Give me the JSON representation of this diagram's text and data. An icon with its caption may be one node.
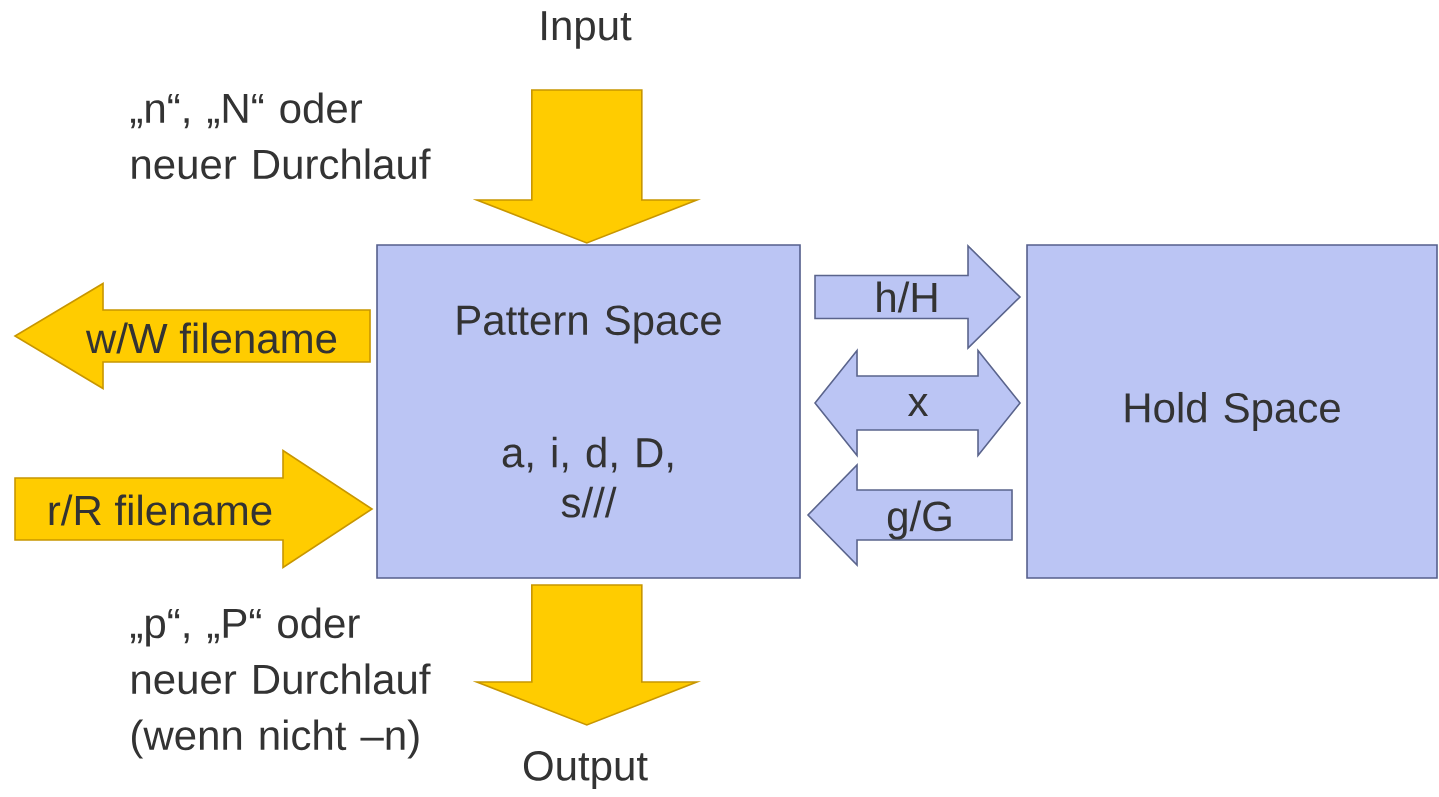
{
  "diagram": {
    "nodes": [
      {
        "text": [
          "Input"
        ]
      },
      {
        "text": [
          "Pattern Space",
          "a, i, d, D, s///"
        ]
      },
      {
        "text": [
          "Hold Space"
        ]
      },
      {
        "text": [
          "Output"
        ]
      }
    ],
    "edges": [
      {
        "from": 0,
        "to": 1,
        "arrow": "to",
        "label": "„n“, „N“ oder neuer Durchlauf"
      },
      {
        "from": 1,
        "to": null,
        "arrow": "to",
        "label": "w/W filename"
      },
      {
        "from": null,
        "to": 1,
        "arrow": "to",
        "label": "r/R filename"
      },
      {
        "from": 1,
        "to": 2,
        "arrow": "to",
        "label": "h/H",
        "color": "#bbc5f4"
      },
      {
        "from": 1,
        "to": 2,
        "arrow": "both",
        "label": "x",
        "color": "#bbc5f4"
      },
      {
        "from": 2,
        "to": 1,
        "arrow": "to",
        "label": "g/G",
        "color": "#bbc5f4"
      },
      {
        "from": 1,
        "to": 3,
        "arrow": "to",
        "label": "„p“, „P“ oder neuer Durchlauf (wenn nicht –n)"
      }
    ]
  }
}
